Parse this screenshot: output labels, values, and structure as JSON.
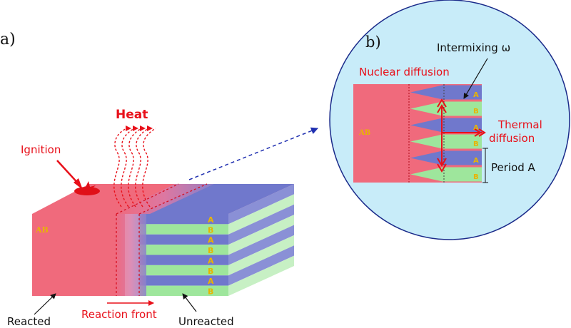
{
  "panel_a": {
    "label": "a)",
    "heat": "Heat",
    "ignition": "Ignition",
    "reacted_label": "Reacted",
    "reaction_front": "Reaction front",
    "unreacted_label": "Unreacted",
    "ab_label": "AB",
    "layer_labels": [
      "A",
      "B",
      "A",
      "B",
      "A",
      "B",
      "A",
      "B"
    ]
  },
  "panel_b": {
    "label": "b)",
    "intermixing": "Intermixing ω",
    "nuclear_diffusion": "Nuclear diffusion",
    "thermal_line1": "Thermal",
    "thermal_line2": "diffusion",
    "period": "Period A",
    "ab_label": "AB",
    "layer_labels": [
      "A",
      "B",
      "A",
      "B",
      "A",
      "B"
    ]
  },
  "colors": {
    "reacted": "#f06a7c",
    "layer_a": "#7078cc",
    "layer_b": "#9ee69c",
    "accent_red": "#e8101a",
    "circle_border": "#1a2a8a",
    "label_yellow": "#e8b400",
    "dashed_blue": "#1f2fb0"
  }
}
